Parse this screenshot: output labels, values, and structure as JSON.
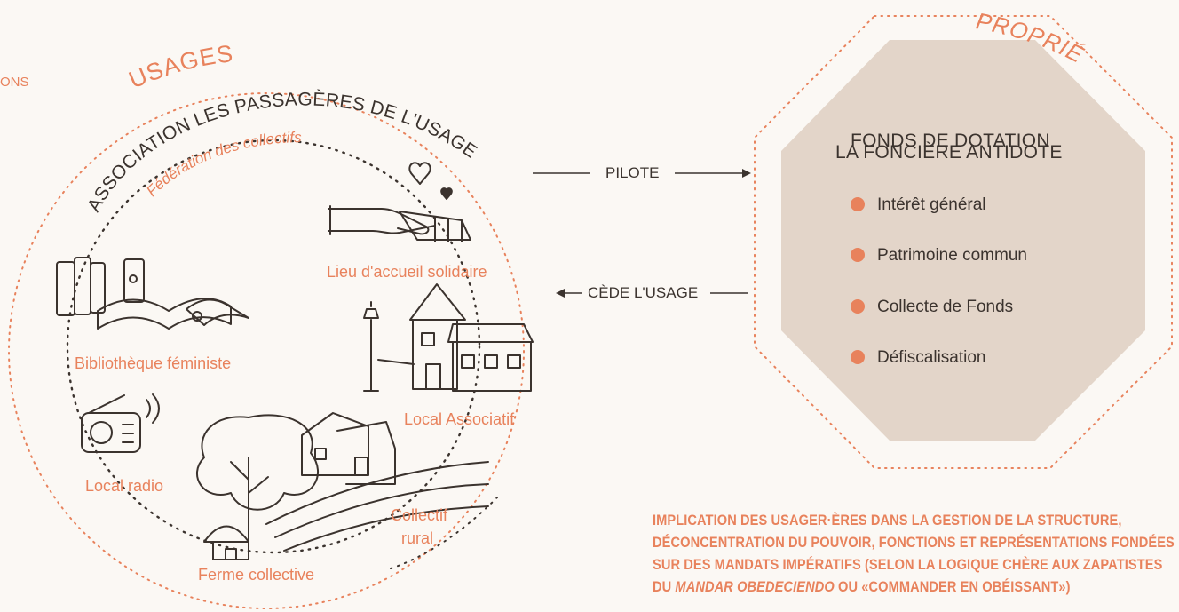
{
  "cut_text_top_left": "ONS",
  "usages": {
    "title": "USAGES",
    "association": "ASSOCIATION LES PASSAGÈRES DE L'USAGE",
    "subtitle": "Fédération des collectifs",
    "places": [
      {
        "label": "Lieu d'accueil solidaire",
        "icon": "hands-heart-icon"
      },
      {
        "label": "Bibliothèque féministe",
        "icon": "books-icon"
      },
      {
        "label": "Local Associatif",
        "icon": "house-lamp-icon"
      },
      {
        "label": "Local radio",
        "icon": "radio-icon"
      },
      {
        "label": "Ferme collective",
        "icon": "farm-tree-icon"
      },
      {
        "label": "Collectif",
        "label2": "rural",
        "icon": "rural-fields-icon"
      }
    ]
  },
  "arrows": {
    "pilote": "PILOTE",
    "cede": "CÈDE L'USAGE"
  },
  "propriete": {
    "title": "PROPRIÉTÉ",
    "fund_line1": "FONDS DE DOTATION",
    "fund_line2": "LA FONCIÈRE ANTIDOTE",
    "items": [
      "Intérêt général",
      "Patrimoine commun",
      "Collecte de Fonds",
      "Défiscalisation"
    ]
  },
  "caption": {
    "line1": "IMPLICATION DES USAGER·ÈRES DANS LA GESTION DE LA STRUCTURE,",
    "line2": "DÉCONCENTRATION DU POUVOIR, FONCTIONS ET REPRÉSENTATIONS FONDÉES",
    "line3": "SUR DES MANDATS IMPÉRATIFS (SELON LA LOGIQUE CHÈRE AUX ZAPATISTES",
    "line4_prefix": "DU ",
    "line4_italic": "MANDAR OBEDECIENDO",
    "line4_suffix": " OU «COMMANDER EN OBÉISSANT»)"
  },
  "colors": {
    "accent": "#e8825c",
    "text_dark": "#3b332e",
    "octagon_fill": "#e3d5c9",
    "background": "#fbf8f4"
  }
}
